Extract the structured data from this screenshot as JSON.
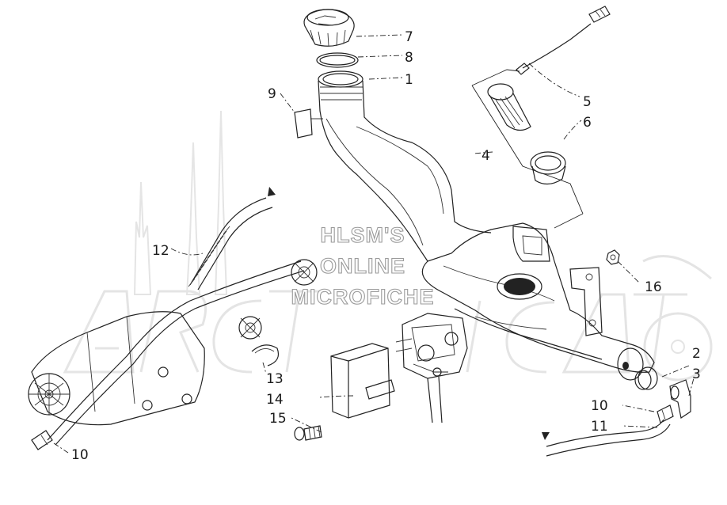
{
  "watermark": {
    "line1": "HLSM'S",
    "line2": "ONLINE",
    "line3": "MICROFICHE"
  },
  "callouts": {
    "c1": "1",
    "c2": "2",
    "c3": "3",
    "c4": "4",
    "c5": "5",
    "c6": "6",
    "c7": "7",
    "c8": "8",
    "c9": "9",
    "c10a": "10",
    "c10b": "10",
    "c11": "11",
    "c12": "12",
    "c13": "13",
    "c14": "14",
    "c15": "15",
    "c16": "16"
  },
  "colors": {
    "line": "#222222",
    "watermark": "#c8c8c8",
    "background": "#ffffff"
  }
}
